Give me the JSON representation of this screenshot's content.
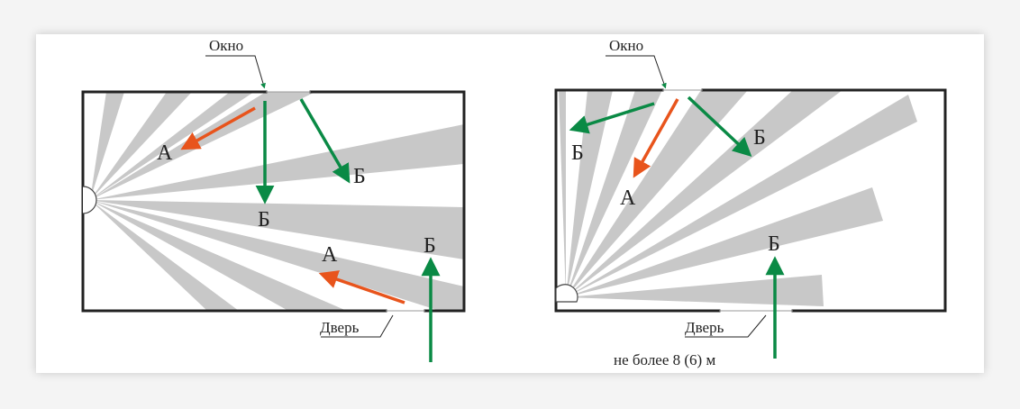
{
  "colors": {
    "sector": "#c8c8c8",
    "wall": "#222222",
    "arrow_green": "#0a8a45",
    "arrow_red": "#e8541c"
  },
  "left_panel": {
    "window_label": "Окно",
    "door_label": "Дверь",
    "label_a1": "А",
    "label_a2": "А",
    "label_b1": "Б",
    "label_b2": "Б",
    "label_b3": "Б"
  },
  "right_panel": {
    "window_label": "Окно",
    "door_label": "Дверь",
    "label_a1": "А",
    "label_b1": "Б",
    "label_b2": "Б",
    "label_b3": "Б",
    "distance_note": "не более 8 (6) м"
  }
}
